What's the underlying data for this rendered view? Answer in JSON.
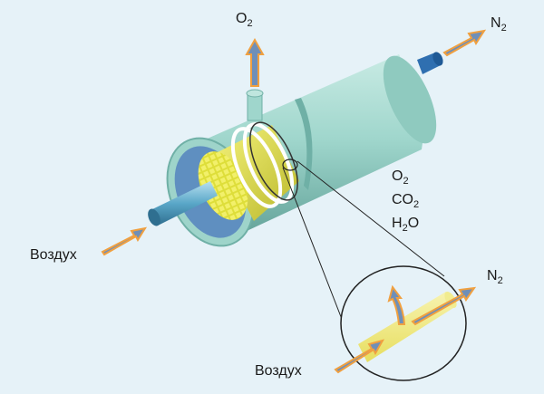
{
  "labels": {
    "air_inlet": "Воздух",
    "oxygen_top": {
      "base": "O",
      "sub": "2"
    },
    "nitrogen_top": {
      "base": "N",
      "sub": "2"
    },
    "permeate_gases": [
      {
        "base": "O",
        "sub": "2",
        "tail": ""
      },
      {
        "base": "CO",
        "sub": "2",
        "tail": ""
      },
      {
        "base": "H",
        "sub": "2",
        "tail": "O"
      }
    ],
    "nitrogen_detail": {
      "base": "N",
      "sub": "2"
    },
    "air_detail": "Воздух"
  },
  "colors": {
    "background": "#e6f2f8",
    "shell": "#9fd6cc",
    "shell_dark": "#6fb0a6",
    "fiber_bundle": "#e3e24a",
    "arrow_fill": "#6f8fb8",
    "arrow_outline": "#f0a040",
    "port_blue": "#2f6fb0"
  },
  "icons": {
    "flow_arrow": "arrow-icon",
    "magnifier_circle": "detail-circle-icon"
  }
}
